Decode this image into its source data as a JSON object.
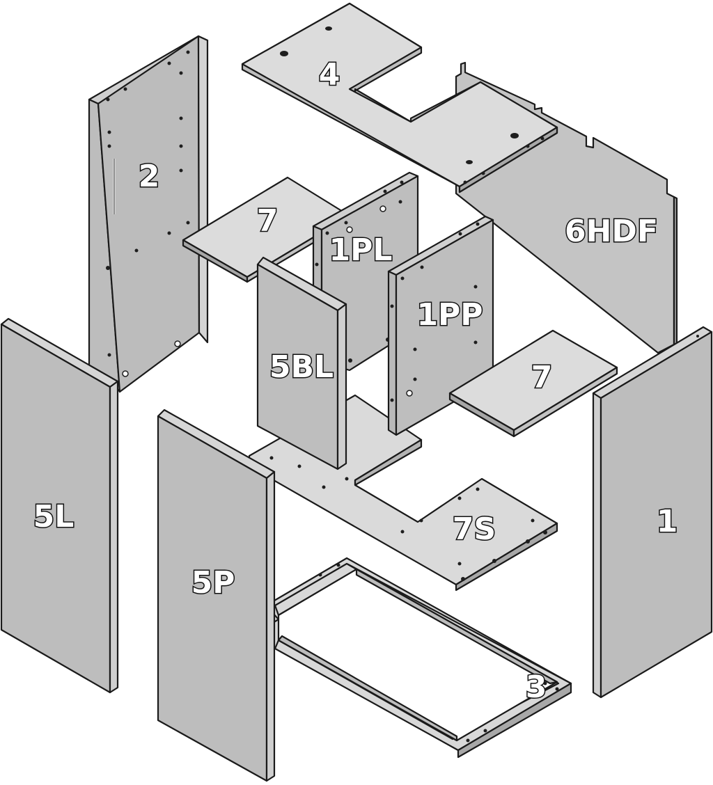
{
  "diagram": {
    "labels": {
      "part_4": "4",
      "part_2": "2",
      "part_6hdf": "6HDF",
      "part_7_left": "7",
      "part_1pl": "1PL",
      "part_1pp": "1PP",
      "part_5bl": "5BL",
      "part_7_right": "7",
      "part_5l": "5L",
      "part_1": "1",
      "part_5p": "5P",
      "part_7s": "7S",
      "part_3": "3"
    },
    "colors": {
      "face_light": "#d9d9d9",
      "face_mid": "#c6c6c6",
      "face_dark": "#b8b8b8",
      "edge_dark": "#9a9a9a",
      "outline": "#1a1a1a",
      "background": "#ffffff"
    }
  }
}
